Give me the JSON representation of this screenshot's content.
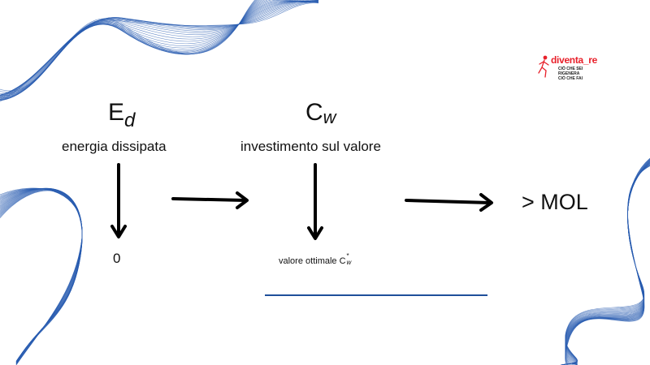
{
  "node_left": {
    "symbol": "E",
    "subscript": "d",
    "caption": "energia dissipata",
    "result": "0"
  },
  "node_mid": {
    "symbol": "C",
    "subscript": "w",
    "caption": "investimento sul valore",
    "result_text": "valore ottimale C",
    "result_sup": "*",
    "result_sub": "w"
  },
  "node_right": {
    "label": "> MOL"
  },
  "logo": {
    "name": "diventa_re",
    "lines": [
      "CIÒ CHE SEI",
      "RIGENERA",
      "CIÒ CHE FAI"
    ]
  },
  "colors": {
    "wave": "#2a5db0",
    "logo_red": "#e8202a",
    "underline": "#1f4f9a",
    "arrow": "#000000"
  },
  "icons": [
    "logo-runner-icon"
  ]
}
